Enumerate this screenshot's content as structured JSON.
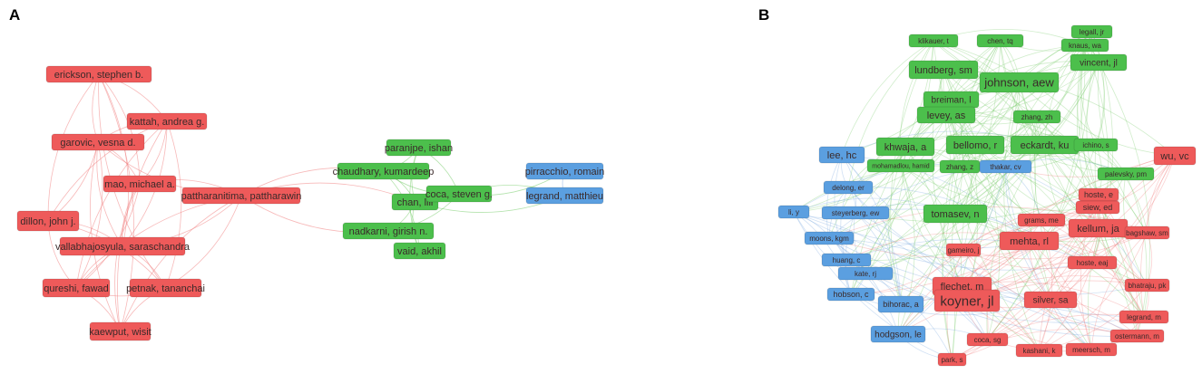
{
  "panels": [
    {
      "letter": "A",
      "colors": {
        "red": "#ee5a5a",
        "green": "#4cbf4c",
        "blue": "#5b9fe0"
      },
      "nodes": [
        {
          "id": "erickson",
          "label": "erickson, stephen b.",
          "color": "red"
        },
        {
          "id": "kattah",
          "label": "kattah, andrea g.",
          "color": "red"
        },
        {
          "id": "garovic",
          "label": "garovic, vesna d.",
          "color": "red"
        },
        {
          "id": "mao",
          "label": "mao, michael a.",
          "color": "red"
        },
        {
          "id": "pattharanitima",
          "label": "pattharanitima, pattharawin",
          "color": "red"
        },
        {
          "id": "dillon",
          "label": "dillon, john j.",
          "color": "red"
        },
        {
          "id": "vallabhajosyula",
          "label": "vallabhajosyula, saraschandra",
          "color": "red"
        },
        {
          "id": "qureshi",
          "label": "qureshi, fawad",
          "color": "red"
        },
        {
          "id": "petnak",
          "label": "petnak, tananchai",
          "color": "red"
        },
        {
          "id": "kaewput",
          "label": "kaewput, wisit",
          "color": "red"
        },
        {
          "id": "paranjpe",
          "label": "paranjpe, ishan",
          "color": "green"
        },
        {
          "id": "chaudhary",
          "label": "chaudhary, kumardeep",
          "color": "green"
        },
        {
          "id": "chan",
          "label": "chan, lili",
          "color": "green"
        },
        {
          "id": "coca",
          "label": "coca, steven g.",
          "color": "green"
        },
        {
          "id": "nadkarni",
          "label": "nadkarni, girish n.",
          "color": "green"
        },
        {
          "id": "vaid",
          "label": "vaid, akhil",
          "color": "green"
        },
        {
          "id": "pirracchio",
          "label": "pirracchio, romain",
          "color": "blue"
        },
        {
          "id": "legrand",
          "label": "legrand, matthieu",
          "color": "blue"
        }
      ]
    },
    {
      "letter": "B",
      "colors": {
        "red": "#ee5a5a",
        "green": "#4cbf4c",
        "blue": "#5b9fe0"
      },
      "nodes": [
        {
          "id": "klikauer",
          "label": "klikauer, t",
          "color": "green"
        },
        {
          "id": "chentq",
          "label": "chen, tq",
          "color": "green"
        },
        {
          "id": "legalljr",
          "label": "legall, jr",
          "color": "green"
        },
        {
          "id": "knaus",
          "label": "knaus, wa",
          "color": "green"
        },
        {
          "id": "vincent",
          "label": "vincent, jl",
          "color": "green"
        },
        {
          "id": "lundberg",
          "label": "lundberg, sm",
          "color": "green"
        },
        {
          "id": "johnson",
          "label": "johnson, aew",
          "color": "green"
        },
        {
          "id": "breiman",
          "label": "breiman, l",
          "color": "green"
        },
        {
          "id": "levey",
          "label": "levey, as",
          "color": "green"
        },
        {
          "id": "zhangzh",
          "label": "zhang, zh",
          "color": "green"
        },
        {
          "id": "leehc",
          "label": "lee, hc",
          "color": "blue"
        },
        {
          "id": "khwaja",
          "label": "khwaja, a",
          "color": "green"
        },
        {
          "id": "bellomo",
          "label": "bellomo, r",
          "color": "green"
        },
        {
          "id": "eckardt",
          "label": "eckardt, ku",
          "color": "green"
        },
        {
          "id": "ichino",
          "label": "ichino, s",
          "color": "green"
        },
        {
          "id": "wuvc",
          "label": "wu, vc",
          "color": "red"
        },
        {
          "id": "mohamadlou",
          "label": "mohamadlou, hamid",
          "color": "green"
        },
        {
          "id": "zhangz",
          "label": "zhang, z",
          "color": "green"
        },
        {
          "id": "thakar",
          "label": "thakar, cv",
          "color": "blue"
        },
        {
          "id": "palevsky",
          "label": "palevsky, pm",
          "color": "green"
        },
        {
          "id": "delong",
          "label": "delong, er",
          "color": "blue"
        },
        {
          "id": "hoste_e",
          "label": "hoste, e",
          "color": "red"
        },
        {
          "id": "liy",
          "label": "li, y",
          "color": "blue"
        },
        {
          "id": "steyerberg",
          "label": "steyerberg, ew",
          "color": "blue"
        },
        {
          "id": "tomasev",
          "label": "tomasev, n",
          "color": "green"
        },
        {
          "id": "siew",
          "label": "siew, ed",
          "color": "red"
        },
        {
          "id": "grams",
          "label": "grams, me",
          "color": "red"
        },
        {
          "id": "kellum",
          "label": "kellum, ja",
          "color": "red"
        },
        {
          "id": "bagshaw",
          "label": "bagshaw, sm",
          "color": "red"
        },
        {
          "id": "moons",
          "label": "moons, kgm",
          "color": "blue"
        },
        {
          "id": "mehta",
          "label": "mehta, rl",
          "color": "red"
        },
        {
          "id": "kate",
          "label": "kate, rj",
          "color": "blue"
        },
        {
          "id": "gameiro",
          "label": "gameiro, j",
          "color": "red"
        },
        {
          "id": "huang",
          "label": "huang, c",
          "color": "blue"
        },
        {
          "id": "hoste_eaj",
          "label": "hoste, eaj",
          "color": "red"
        },
        {
          "id": "flechet",
          "label": "flechet, m",
          "color": "red"
        },
        {
          "id": "bhatraju",
          "label": "bhatraju, pk",
          "color": "red"
        },
        {
          "id": "hobson",
          "label": "hobson, c",
          "color": "blue"
        },
        {
          "id": "koyner",
          "label": "koyner, jl",
          "color": "red"
        },
        {
          "id": "silver",
          "label": "silver, sa",
          "color": "red"
        },
        {
          "id": "bihorac",
          "label": "bihorac, a",
          "color": "blue"
        },
        {
          "id": "legrandm",
          "label": "legrand, m",
          "color": "red"
        },
        {
          "id": "hodgson",
          "label": "hodgson, le",
          "color": "blue"
        },
        {
          "id": "ostermann",
          "label": "ostermann, m",
          "color": "red"
        },
        {
          "id": "cocasg",
          "label": "coca, sg",
          "color": "red"
        },
        {
          "id": "kashani",
          "label": "kashani, k",
          "color": "red"
        },
        {
          "id": "meersch",
          "label": "meersch, m",
          "color": "red"
        },
        {
          "id": "park",
          "label": "park, s",
          "color": "red"
        }
      ]
    }
  ]
}
